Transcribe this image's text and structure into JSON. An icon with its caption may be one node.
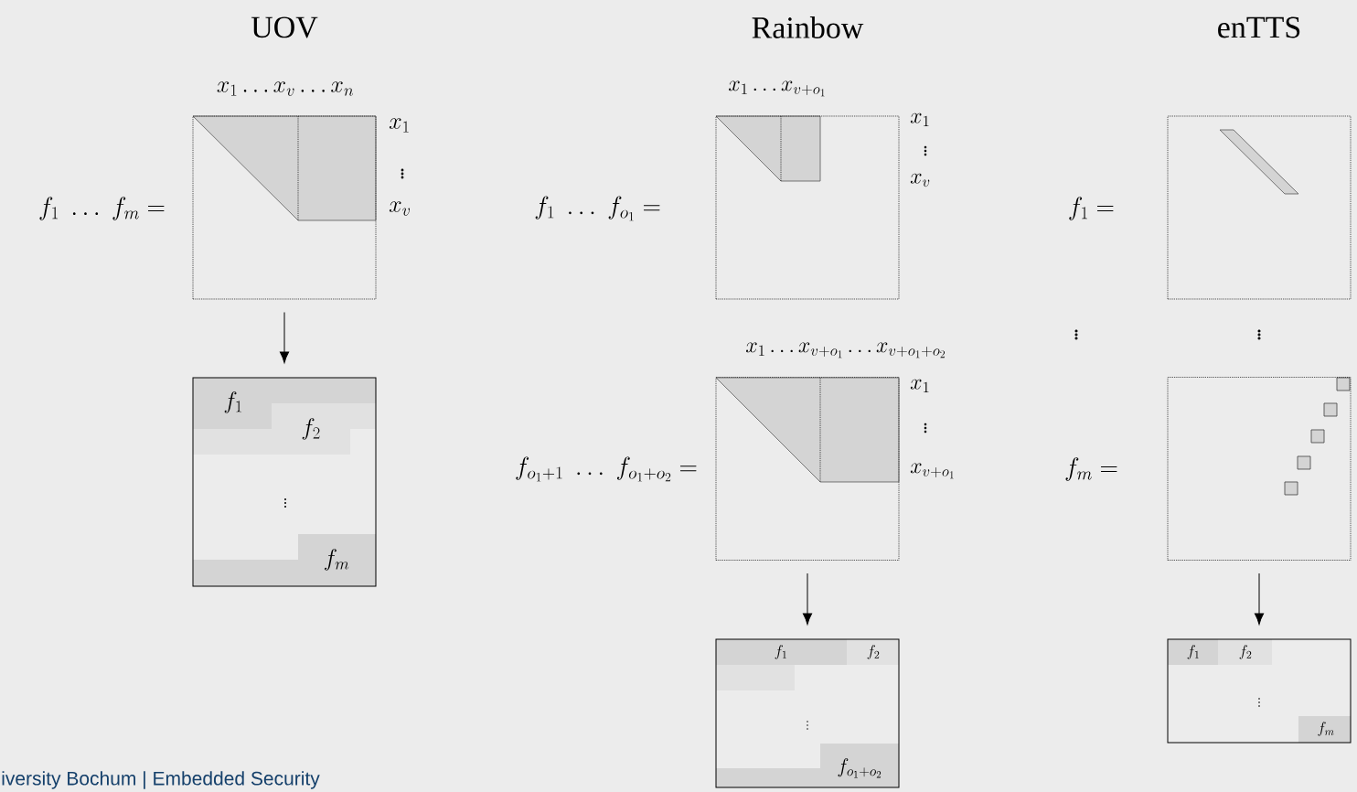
{
  "diagram": {
    "nodes": [
      {
        "text": [],
        "shape": "box",
        "beside": [
          "x_1 \\ldots x_v \\ldots x_n",
          "x_1",
          "\\vdots",
          "x_v",
          "f_1 \\;\\ldots\\; f_m ="
        ]
      },
      {
        "text": [],
        "shape": "box",
        "beside": [
          "x_1 \\ldots x_{v+o_1}",
          "x_1",
          "\\vdots",
          "x_v"
        ]
      },
      {
        "text": [],
        "shape": "box"
      },
      {
        "text": [
          "f_1",
          "f_2",
          "\\vdots",
          "f_m"
        ]
      },
      {
        "text": [],
        "shape": "box",
        "beside": [
          "x_1 \\ldots x_{v+o_1} \\ldots x_{v+o_1+o_2}",
          "x_1",
          "\\vdots",
          "x_{v+o_1}",
          "f_{o_1+1} \\;\\ldots\\; f_{o_1+o_2} ="
        ]
      },
      {
        "text": [],
        "shape": "box"
      },
      {
        "text": [
          "f_1",
          "f_2",
          "\\vdots",
          "f_{o_1+o_2}"
        ]
      },
      {
        "text": [
          "f_1",
          "f_2",
          "\\vdots",
          "f_m"
        ]
      }
    ],
    "edges": [
      {
        "from": 0,
        "to": 3,
        "arrow": "to"
      },
      {
        "from": 4,
        "to": 6,
        "arrow": "to"
      },
      {
        "from": 5,
        "to": 7,
        "arrow": "to"
      }
    ],
    "labels": [
      "UOV",
      "Rainbow",
      "enTTS",
      "f_1 \\;\\ldots\\; f_{o_1} =",
      "f_1 =",
      "\\vdots",
      "\\vdots",
      "f_m =",
      "iversity Bochum | Embedded Security"
    ]
  }
}
